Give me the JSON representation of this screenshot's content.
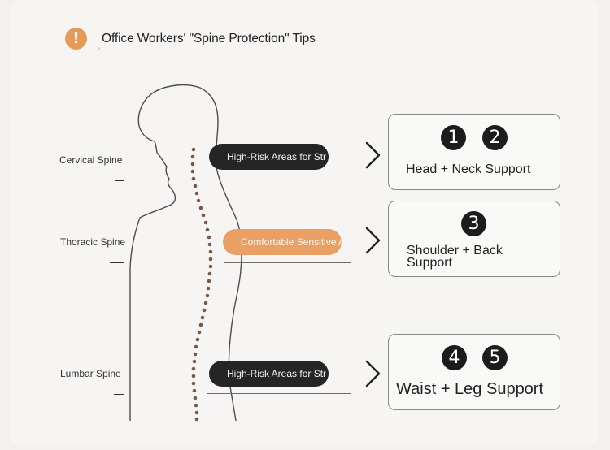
{
  "title": "Office Workers' \"Spine Protection\" Tips",
  "spine_labels": {
    "cervical": "Cervical Spine",
    "thoracic": "Thoracic Spine",
    "lumbar": "Lumbar Spine"
  },
  "pills": {
    "cervical": "High-Risk Areas for Str",
    "thoracic": "Comfortable Sensitive Area",
    "lumbar": "High-Risk Areas for Str"
  },
  "boxes": {
    "head_neck": {
      "numbers": [
        "1",
        "2"
      ],
      "label": "Head + Neck Support"
    },
    "shoulder_back": {
      "numbers": [
        "3"
      ],
      "label_line1": "Shoulder + Back",
      "label_line2": "Support"
    },
    "waist_leg": {
      "numbers": [
        "4",
        "5"
      ],
      "label": "Waist + Leg Support"
    }
  },
  "colors": {
    "accent_orange": "#e69a5a",
    "pill_dark": "#252525",
    "spine_dots": "#7a5a44"
  },
  "icons": {
    "alert": "exclamation-circle-icon",
    "arrow": "chevron-right-icon"
  }
}
